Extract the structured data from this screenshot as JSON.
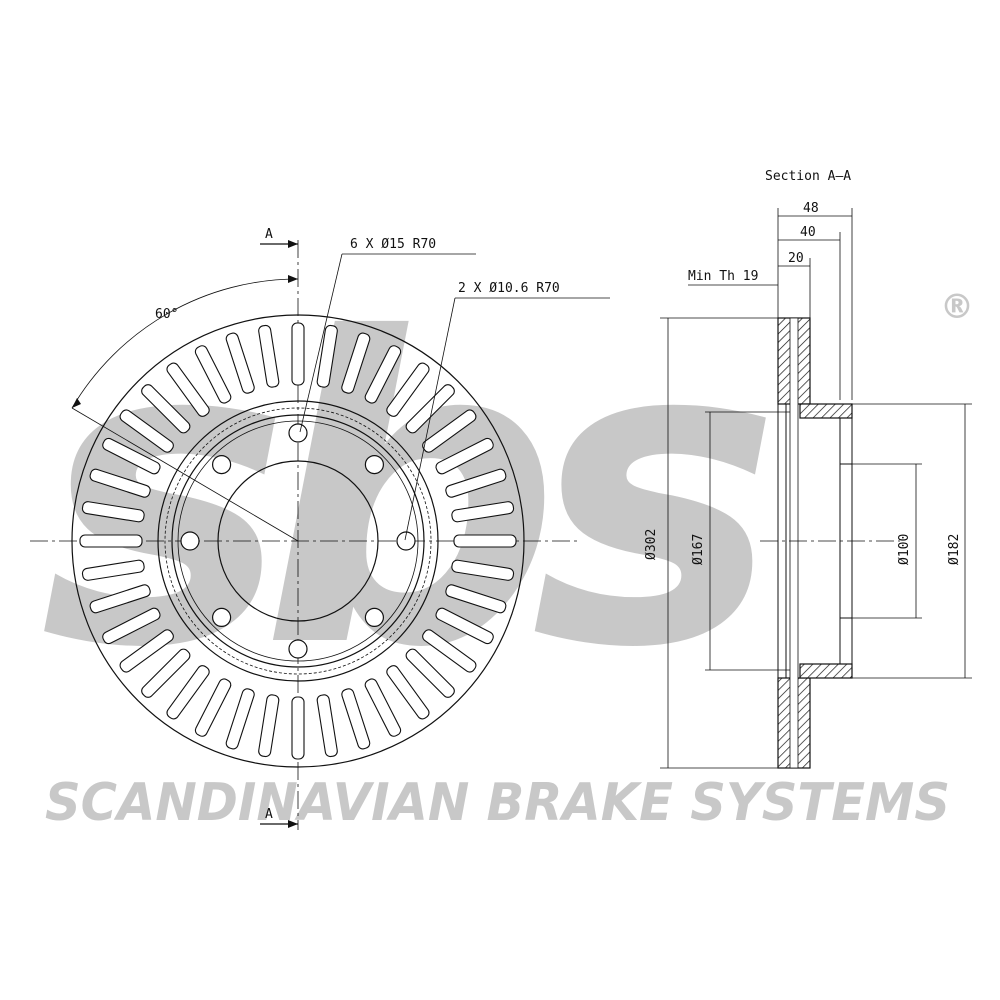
{
  "watermark": {
    "logo_text": "sbs",
    "registered_mark": "®",
    "company_name": "SCANDINAVIAN BRAKE SYSTEMS",
    "color": "#c8c8c8"
  },
  "drawing": {
    "section_title": "Section A–A",
    "section_marker_top": "A",
    "section_marker_bottom": "A",
    "angle_label": "60°",
    "bolt_holes_label": "6 X Ø15   R70",
    "pin_holes_label": "2 X Ø10.6   R70",
    "min_thickness_label": "Min Th 19",
    "dim_total_width": "48",
    "dim_disc_width": "40",
    "dim_pad_width": "20",
    "dim_outer_diameter": "Ø302",
    "dim_inner_diameter": "Ø167",
    "dim_center_bore": "Ø100",
    "dim_hat_diameter": "Ø182",
    "line_color": "#111111"
  }
}
